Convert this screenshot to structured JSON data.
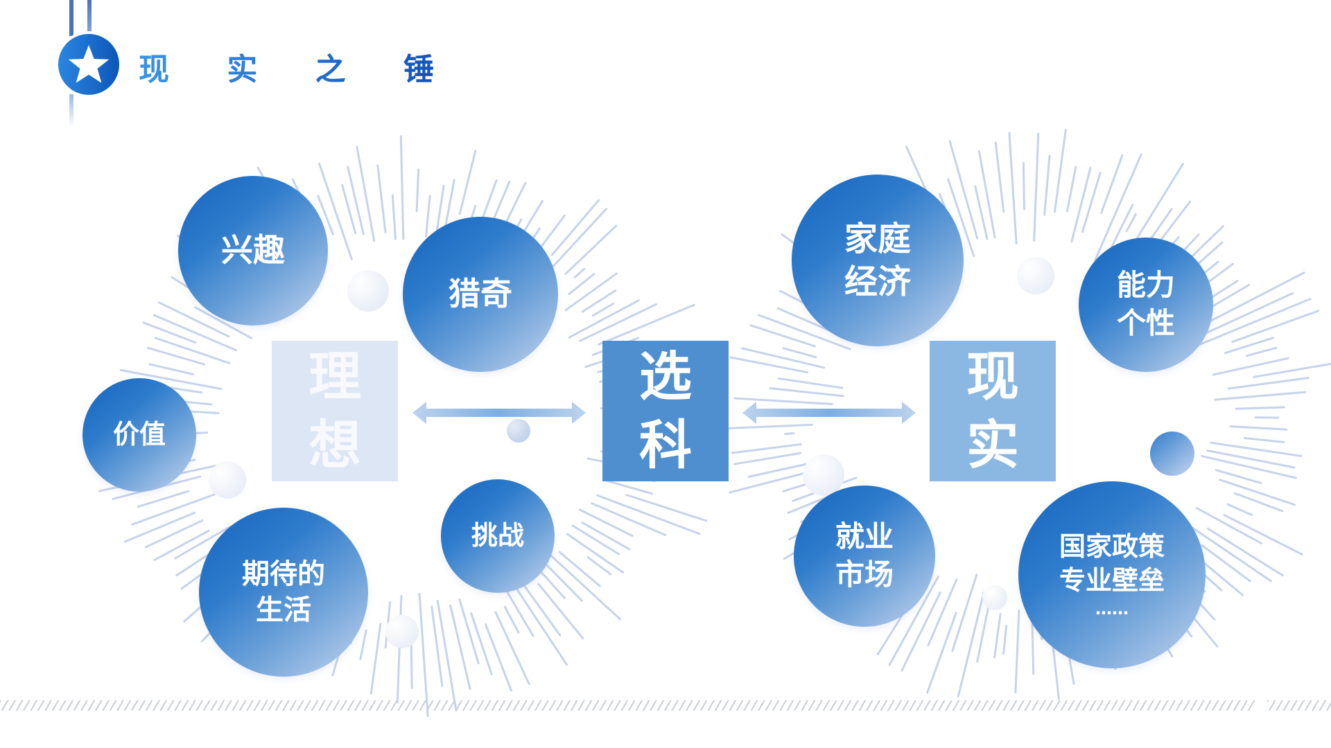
{
  "title": "现 实 之 锤",
  "center_box": {
    "line1": "选",
    "line2": "科"
  },
  "left_box": {
    "line1": "理",
    "line2": "想"
  },
  "right_box": {
    "line1": "现",
    "line2": "实"
  },
  "ideal_factors": [
    {
      "lines": [
        "兴趣"
      ]
    },
    {
      "lines": [
        "猎奇"
      ]
    },
    {
      "lines": [
        "价值"
      ]
    },
    {
      "lines": [
        "期待的",
        "生活"
      ]
    },
    {
      "lines": [
        "挑战"
      ]
    }
  ],
  "reality_factors": [
    {
      "lines": [
        "家庭",
        "经济"
      ]
    },
    {
      "lines": [
        "能力",
        "个性"
      ]
    },
    {
      "lines": [
        "就业",
        "市场"
      ]
    },
    {
      "lines": [
        "国家政策",
        "专业壁垒",
        "……"
      ]
    }
  ],
  "colors": {
    "accent": "#1465be",
    "ray": "#c7d3ea",
    "center_box": "#4f8fd0",
    "right_box": "#8ab8e2",
    "left_box": "#dde6f4"
  }
}
